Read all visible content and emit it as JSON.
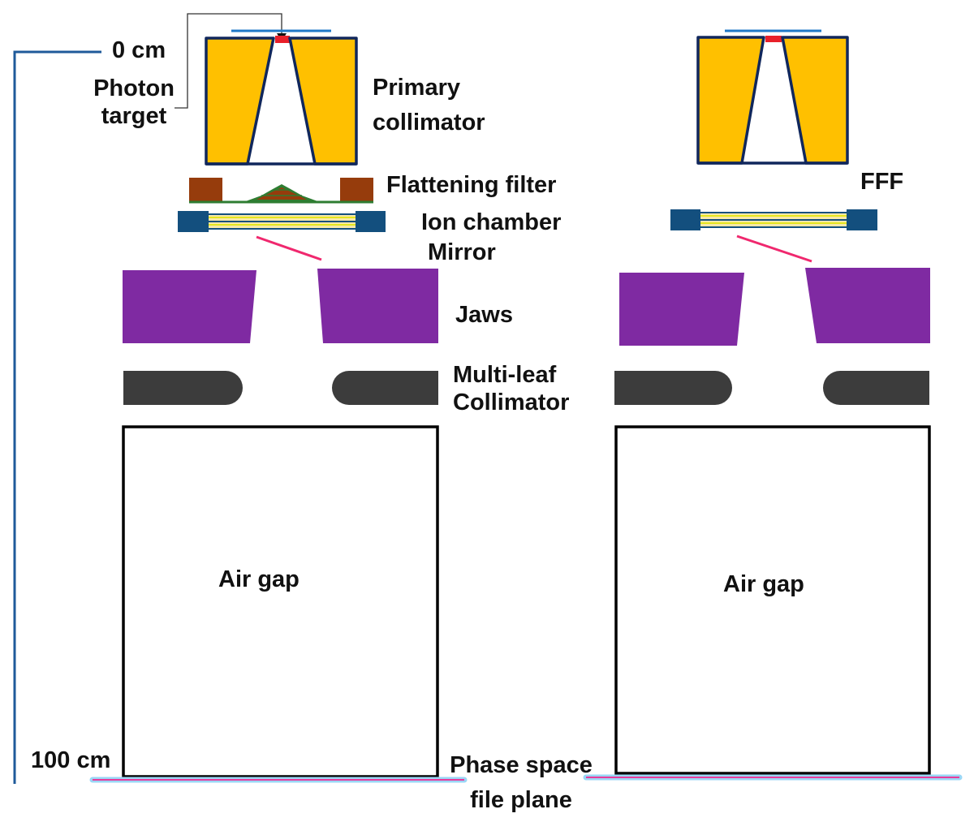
{
  "labels": {
    "zero_cm": "0 cm",
    "hundred_cm": "100 cm",
    "photon_target": [
      "Photon",
      "target"
    ],
    "primary_collimator": [
      "Primary",
      "collimator"
    ],
    "flattening_filter": "Flattening filter",
    "ion_chamber": "Ion chamber",
    "mirror": "Mirror",
    "jaws": "Jaws",
    "mlc": [
      "Multi-leaf",
      "Collimator"
    ],
    "fff": "FFF",
    "air_gap_left": "Air gap",
    "air_gap_right": "Air gap",
    "phase_space": [
      "Phase space",
      "file plane"
    ]
  },
  "colors": {
    "scale_line": "#1f5a9a",
    "target_line": "#1f78c8",
    "target": "#e8202a",
    "primary_collimator_fill": "#ffc000",
    "primary_collimator_stroke": "#10275c",
    "flattening_block": "#963c0c",
    "flattening_cone": "#2e7d32",
    "ion_chamber_end": "#134f7e",
    "ion_chamber_wire": "#e6e61e",
    "mirror": "#f0286e",
    "jaws": "#7f2aa2",
    "mlc": "#3c3c3c",
    "air_gap_stroke": "#000000",
    "phase_plane": "#e83c9c",
    "phase_plane_glow": "#9bd6f5"
  }
}
